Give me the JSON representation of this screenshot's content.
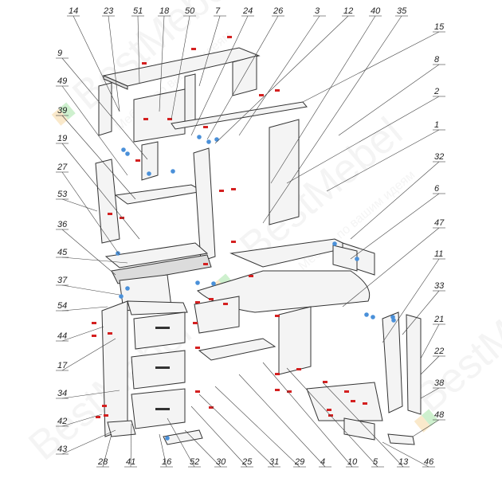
{
  "diagram": {
    "watermark": {
      "brand": "BestMebel",
      "tagline": "Мебель по вашим идеям"
    },
    "callouts": [
      "14",
      "23",
      "51",
      "18",
      "50",
      "7",
      "24",
      "26",
      "3",
      "12",
      "40",
      "35",
      "15",
      "8",
      "2",
      "1",
      "32",
      "6",
      "47",
      "11",
      "33",
      "21",
      "22",
      "38",
      "48",
      "46",
      "9",
      "49",
      "39",
      "19",
      "27",
      "53",
      "36",
      "45",
      "37",
      "54",
      "44",
      "17",
      "34",
      "42",
      "43",
      "28",
      "41",
      "16",
      "52",
      "30",
      "25",
      "31",
      "29",
      "4",
      "10",
      "5",
      "13"
    ],
    "colors": {
      "pin": "#d42020",
      "bolt": "#4a90d9",
      "accent_green": "#5ccf5c",
      "accent_orange": "#f3a43a"
    }
  }
}
